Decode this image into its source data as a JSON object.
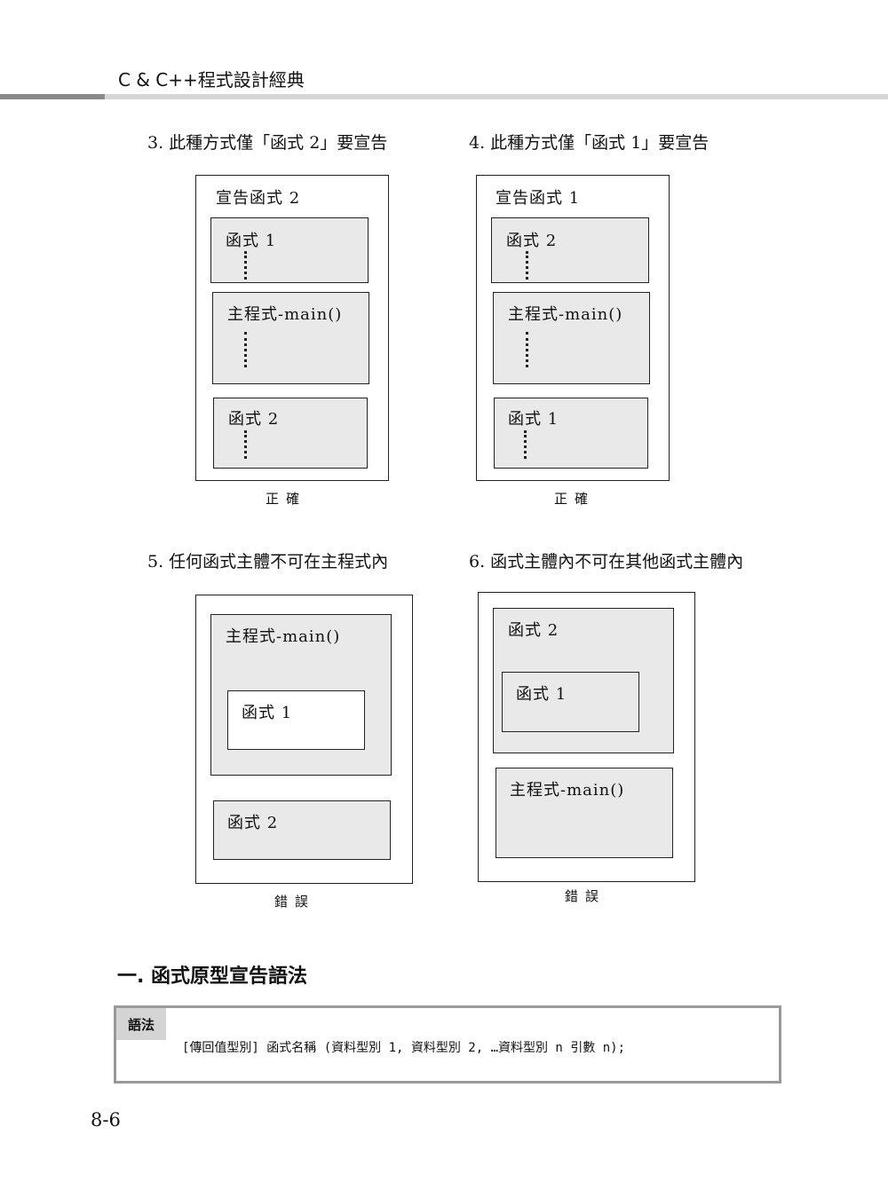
{
  "header": {
    "title": "C & C++程式設計經典"
  },
  "diagrams": [
    {
      "title": "3. 此種方式僅「函式 2」要宣告",
      "declaration": "宣告函式 2",
      "boxes": [
        "函式 1",
        "主程式-main()",
        "函式 2"
      ],
      "caption": "正確"
    },
    {
      "title": "4. 此種方式僅「函式 1」要宣告",
      "declaration": "宣告函式 1",
      "boxes": [
        "函式 2",
        "主程式-main()",
        "函式 1"
      ],
      "caption": "正確"
    },
    {
      "title": "5. 任何函式主體不可在主程式內",
      "outer_box": "主程式-main()",
      "inner_box": "函式 1",
      "bottom_box": "函式 2",
      "caption": "錯誤"
    },
    {
      "title": "6. 函式主體內不可在其他函式主體內",
      "outer_box": "函式 2",
      "inner_box": "函式 1",
      "bottom_box": "主程式-main()",
      "caption": "錯誤"
    }
  ],
  "section": {
    "title": "一. 函式原型宣告語法",
    "syntax_label": "語法",
    "syntax": "[傳回值型別] 函式名稱 (資料型別 1, 資料型別 2, …資料型別 n 引數 n);"
  },
  "page_number": "8-6"
}
